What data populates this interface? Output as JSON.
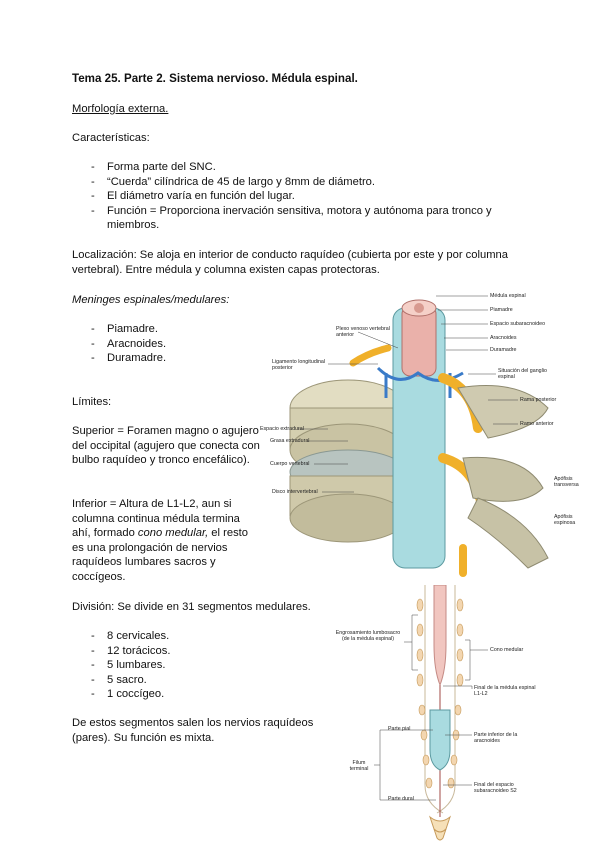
{
  "heading": "Tema 25. Parte 2. Sistema nervioso. Médula espinal.",
  "morph": "Morfología externa.",
  "caracteristicas": "Características:",
  "features": [
    "Forma parte del SNC.",
    "“Cuerda” cilíndrica de 45 de largo y 8mm de diámetro.",
    "El diámetro varía en función del lugar.",
    "Función = Proporciona inervación sensitiva, motora y autónoma para tronco y miembros."
  ],
  "localizacion": "Localización: Se aloja en interior de conducto raquídeo (cubierta por este y por columna vertebral). Entre médula y columna existen capas protectoras.",
  "meninges_title": "Meninges espinales/medulares:",
  "meninges": [
    "Piamadre.",
    "Aracnoides.",
    "Duramadre."
  ],
  "limites": "Límites:",
  "superior": "Superior = Foramen magno o agujero del occipital (agujero que conecta con bulbo raquídeo y tronco encefálico).",
  "inferior_pre": "Inferior = Altura de L1-L2, aun si columna continua médula termina ahí, formado ",
  "inferior_it": "cono medular,",
  "inferior_post": " el resto es una prolongación de nervios raquídeos lumbares sacros y coccígeos.",
  "division": "División: Se divide en 31 segmentos medulares.",
  "segments": [
    "8 cervicales.",
    "12 torácicos.",
    "5 lumbares.",
    "5 sacro.",
    "1 coccígeo."
  ],
  "final": "De estos segmentos salen los nervios raquídeos (pares). Su función es mixta.",
  "fig1": {
    "labels": {
      "medula": "Médula espinal",
      "piamadre": "Piamadre",
      "espacio_sub": "Espacio subaracnoideo",
      "aracnoides": "Aracnoides",
      "duramadre": "Duramadre",
      "plexo": "Plexo venoso vertebral anterior",
      "ligamento": "Ligamento longitudinal posterior",
      "situacion": "Situación del ganglio espinal",
      "rama_post": "Rama posterior",
      "rama_ant": "Ramo anterior",
      "espacio_ext": "Espacio extradural",
      "grasa": "Grasa extradural",
      "cuerpo": "Cuerpo vertebral",
      "disco": "Disco intervertebral",
      "apofisis_t": "Apófisis transversa",
      "apofisis_e": "Apófisis espinosa"
    }
  },
  "fig2": {
    "labels": {
      "engros": "Engrosamiento lumbosacro (de la médula espinal)",
      "cono": "Cono medular",
      "final_med": "Final de la médula espinal L1-L2",
      "parte_pial": "Parte pial",
      "filum": "Filum terminal",
      "parte_inf": "Parte inferior de la aracnoides",
      "parte_dural": "Parte dural",
      "final_esp": "Final del espacio subaracnoideo S2"
    }
  },
  "colors": {
    "bone": "#d9d4b8",
    "nerve": "#f2b62a",
    "vein": "#3a7bc8",
    "dura": "#9fd6d8",
    "pia": "#e8a0a0"
  }
}
